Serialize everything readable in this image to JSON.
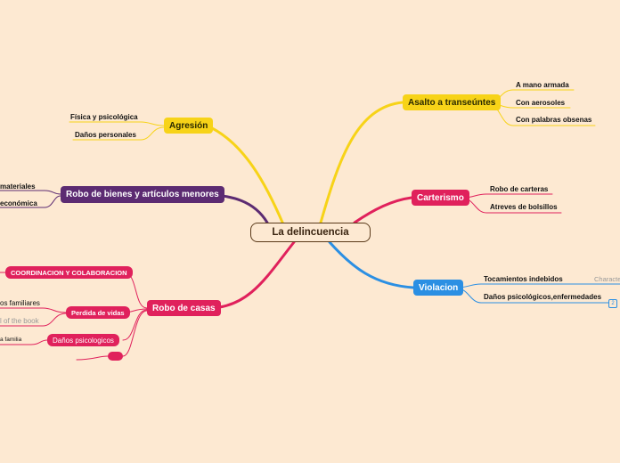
{
  "map": {
    "central": "La delincuencia",
    "colors": {
      "background": "#fde9d2",
      "yellow": "#f7d318",
      "purple": "#5c2b72",
      "pink": "#e0215c",
      "blue": "#2b8fe3"
    },
    "agresion": {
      "label": "Agresión",
      "items": [
        "Física y psicológica",
        "Daños personales"
      ]
    },
    "robo_bienes": {
      "label": "Robo de bienes y artículos menores",
      "items": [
        "materiales",
        "económica"
      ]
    },
    "robo_casas": {
      "label": "Robo de casas",
      "coordinacion": "COORDINACION Y COLABORACION",
      "perdida": {
        "label": "Perdida de vidas",
        "items": [
          "os familiares",
          "l of the book"
        ]
      },
      "danos": {
        "label": "Daños psicologicos",
        "items": [
          "a familia"
        ]
      }
    },
    "asalto": {
      "label": "Asalto a transeúntes",
      "items": [
        "A mano armada",
        "Con aerosoles",
        "Con palabras obsenas"
      ]
    },
    "carterismo": {
      "label": "Carterismo",
      "items": [
        "Robo de carteras",
        "Atreves de bolsillos"
      ]
    },
    "violacion": {
      "label": "Violacion",
      "items": [
        "Tocamientos indebidos",
        "Daños psicológicos,enfermedades"
      ],
      "truncated_note": "Characte",
      "expander": "2"
    }
  }
}
